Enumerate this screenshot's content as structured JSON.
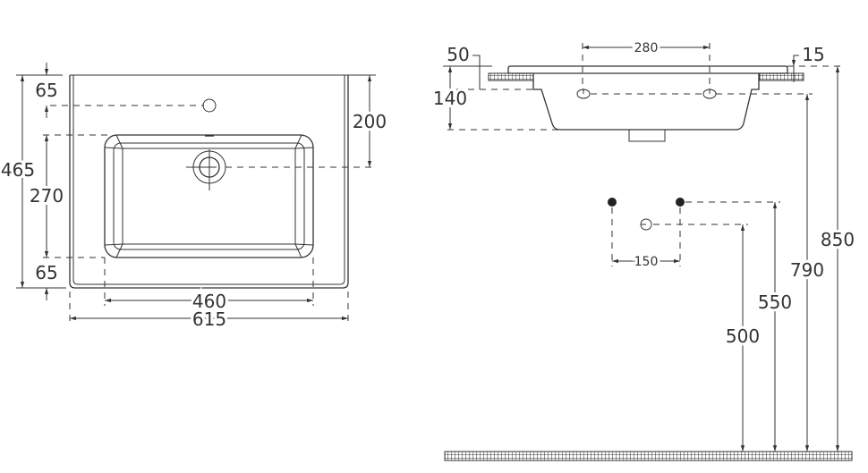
{
  "top_view": {
    "dims": {
      "overall_depth": "465",
      "tap_offset": "65",
      "bowl_depth": "270",
      "front_margin": "65",
      "drain_offset": "200",
      "bowl_width": "460",
      "overall_width": "615"
    }
  },
  "side_view": {
    "dims": {
      "overflow_spacing": "280",
      "countertop": "50",
      "bowl_height": "140",
      "rim": "15",
      "valve_spacing": "150",
      "trap_height": "500",
      "supply_height": "550",
      "overflow_height": "790",
      "top_height": "850"
    }
  },
  "colors": {
    "line": "#333333",
    "background": "#ffffff"
  }
}
